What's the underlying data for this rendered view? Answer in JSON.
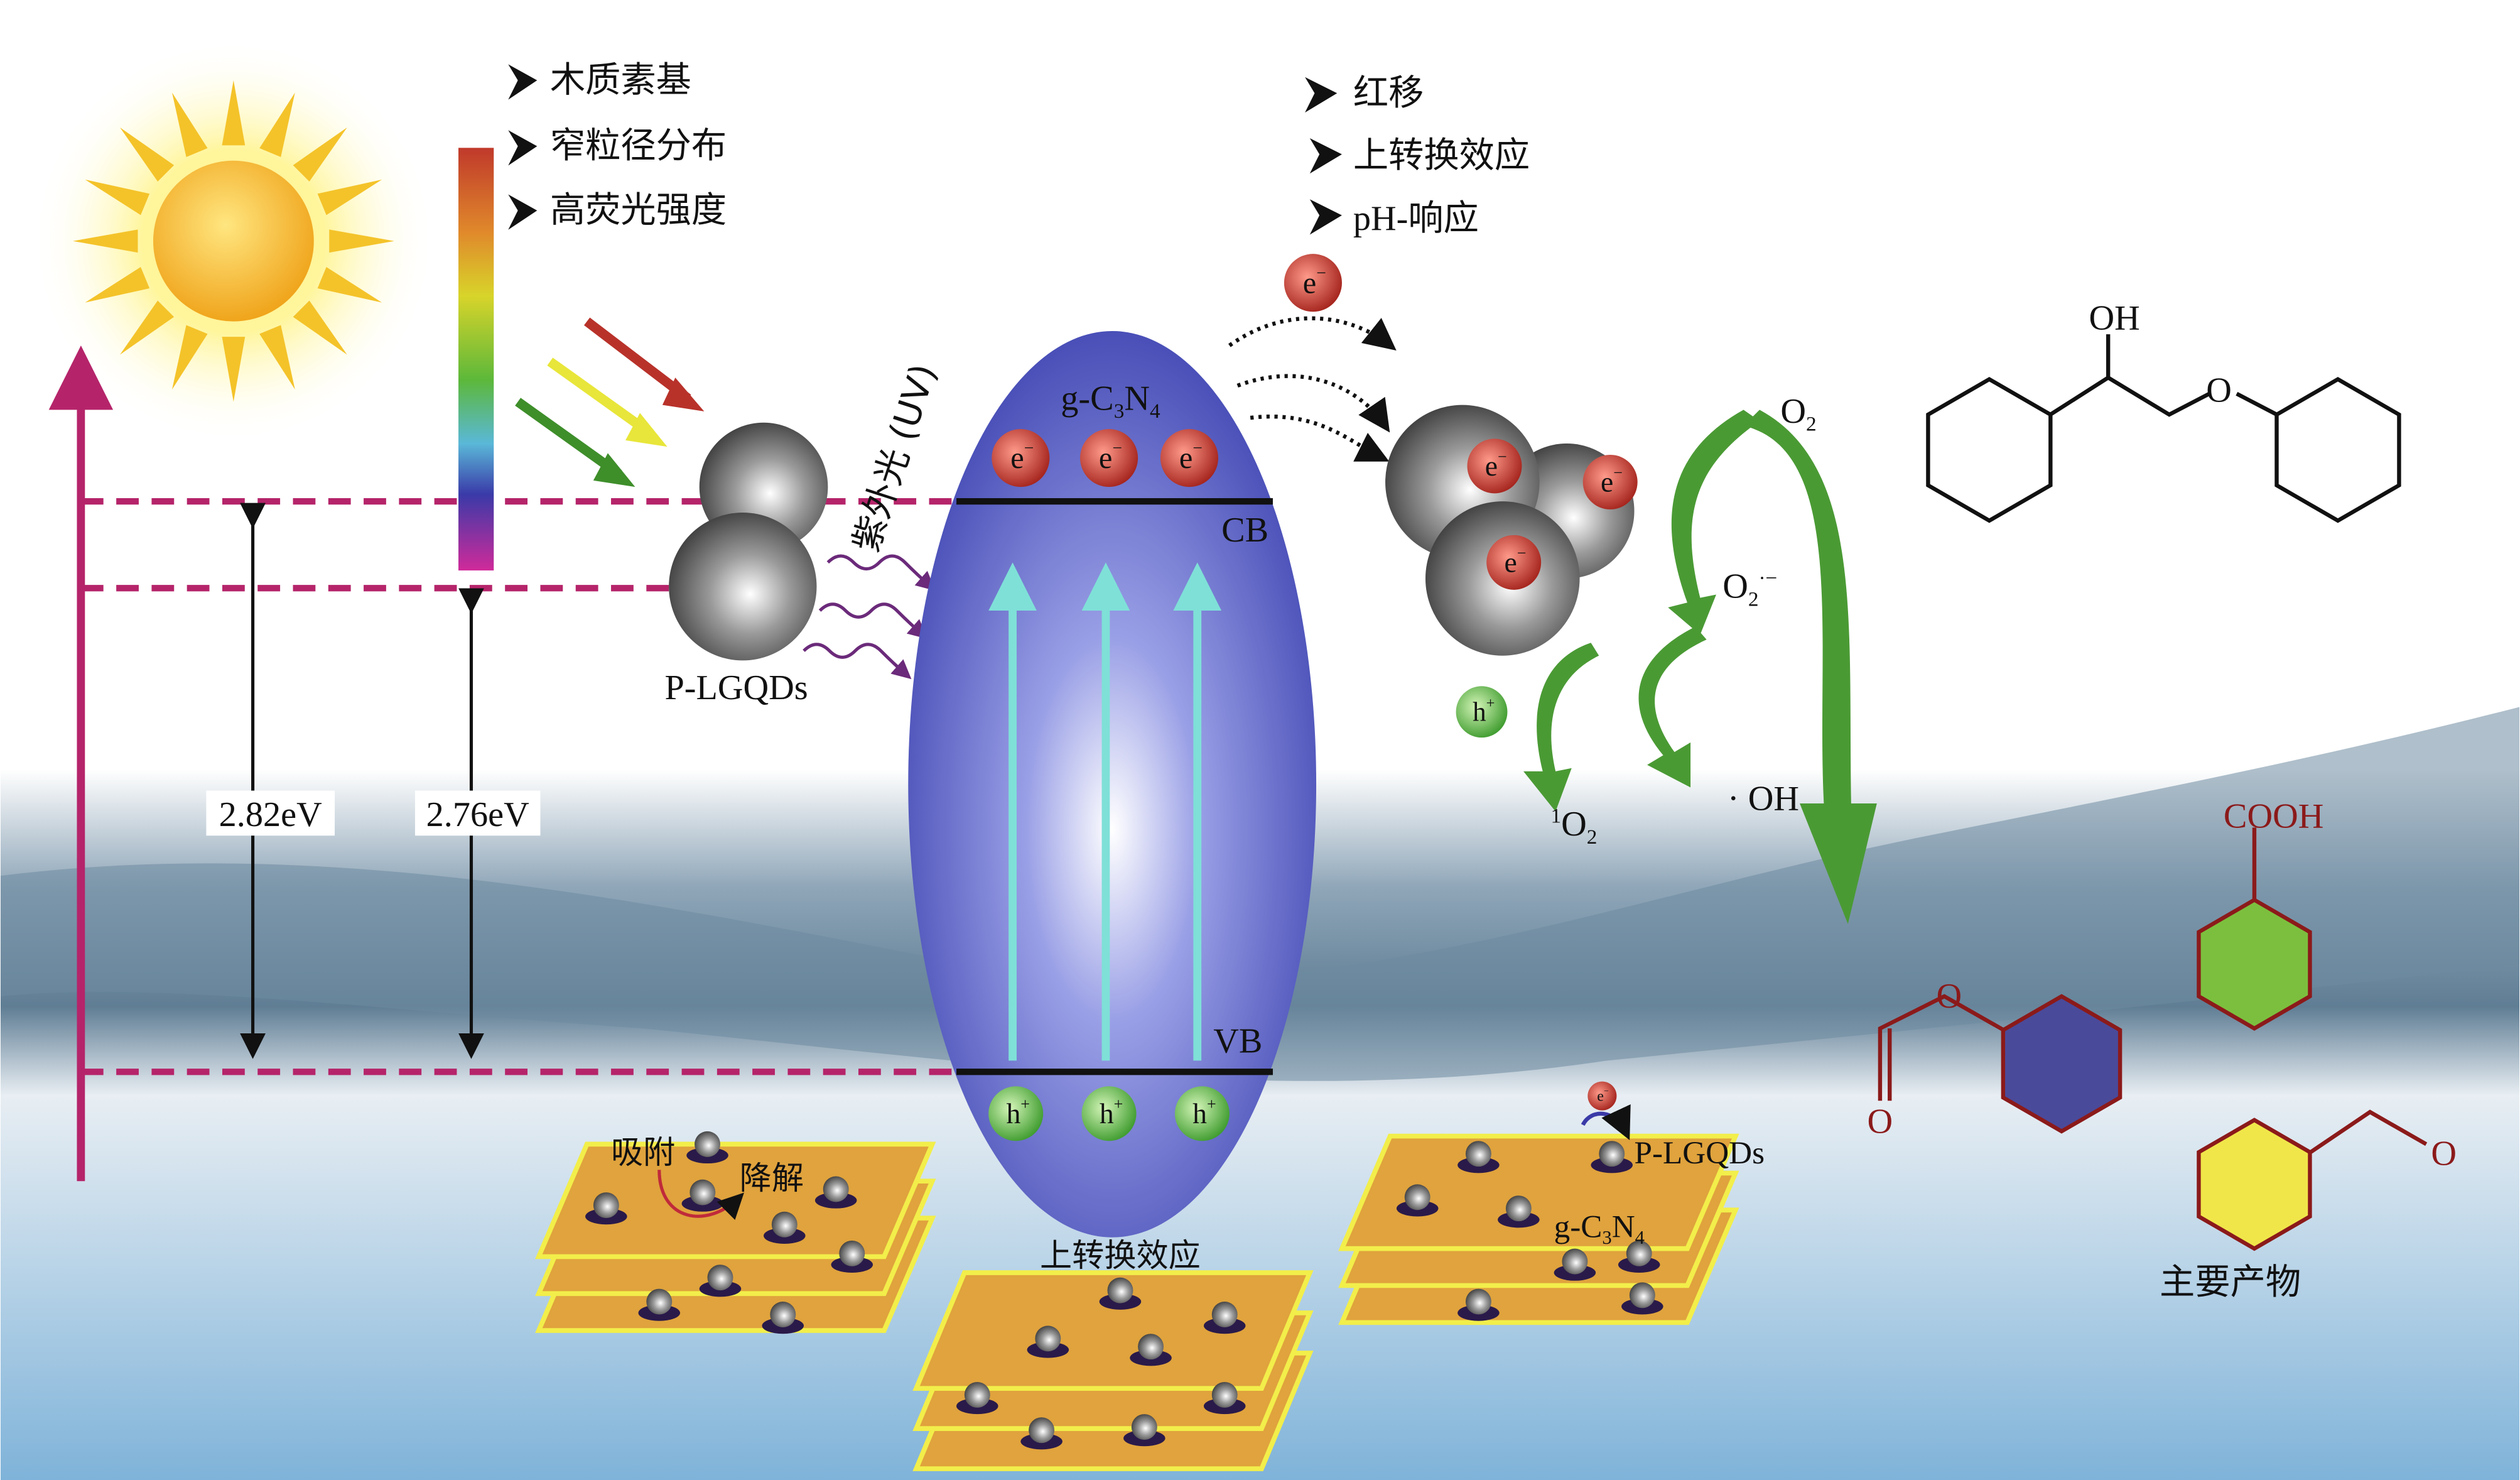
{
  "left_bullets": [
    "木质素基",
    "窄粒径分布",
    "高荧光强度"
  ],
  "right_bullets": [
    "红移",
    "上转换效应",
    "pH-响应"
  ],
  "energy_gaps": {
    "gcn": "2.82eV",
    "plgqd": "2.76eV"
  },
  "uv_label": "紫外光 (UV)",
  "plgqds_label": "P-LGQDs",
  "gcn_label": {
    "base1": "g-C",
    "sub1": "3",
    "base2": "N",
    "sub2": "4"
  },
  "band_labels": {
    "cb": "CB",
    "vb": "VB"
  },
  "electron": {
    "base": "e",
    "sup": "−"
  },
  "hole": {
    "base": "h",
    "sup": "+"
  },
  "species": {
    "o2": {
      "base": "O",
      "sub": "2"
    },
    "superoxide": {
      "base": "O",
      "sub": "2",
      "sup": "·−"
    },
    "hydroxyl": "· OH",
    "singlet_o2": {
      "sup": "1",
      "base": "O",
      "sub": "2"
    }
  },
  "reactant": {
    "oh": "OH",
    "o": "O"
  },
  "products": {
    "cooh": "COOH",
    "o": "O",
    "title": "主要产物"
  },
  "layers": {
    "adsorption": "吸附",
    "degradation": "降解",
    "upconversion": "上转换效应",
    "plgqds": "P-LGQDs"
  },
  "colors": {
    "magenta": "#b5246a",
    "ellipse": "#4a4fb8",
    "electron": "#c0392b",
    "hole": "#5cb85c",
    "arrow_green": "#3d9a2e",
    "sheet": "#e0a33d",
    "product_red": "#8b1a1a"
  }
}
